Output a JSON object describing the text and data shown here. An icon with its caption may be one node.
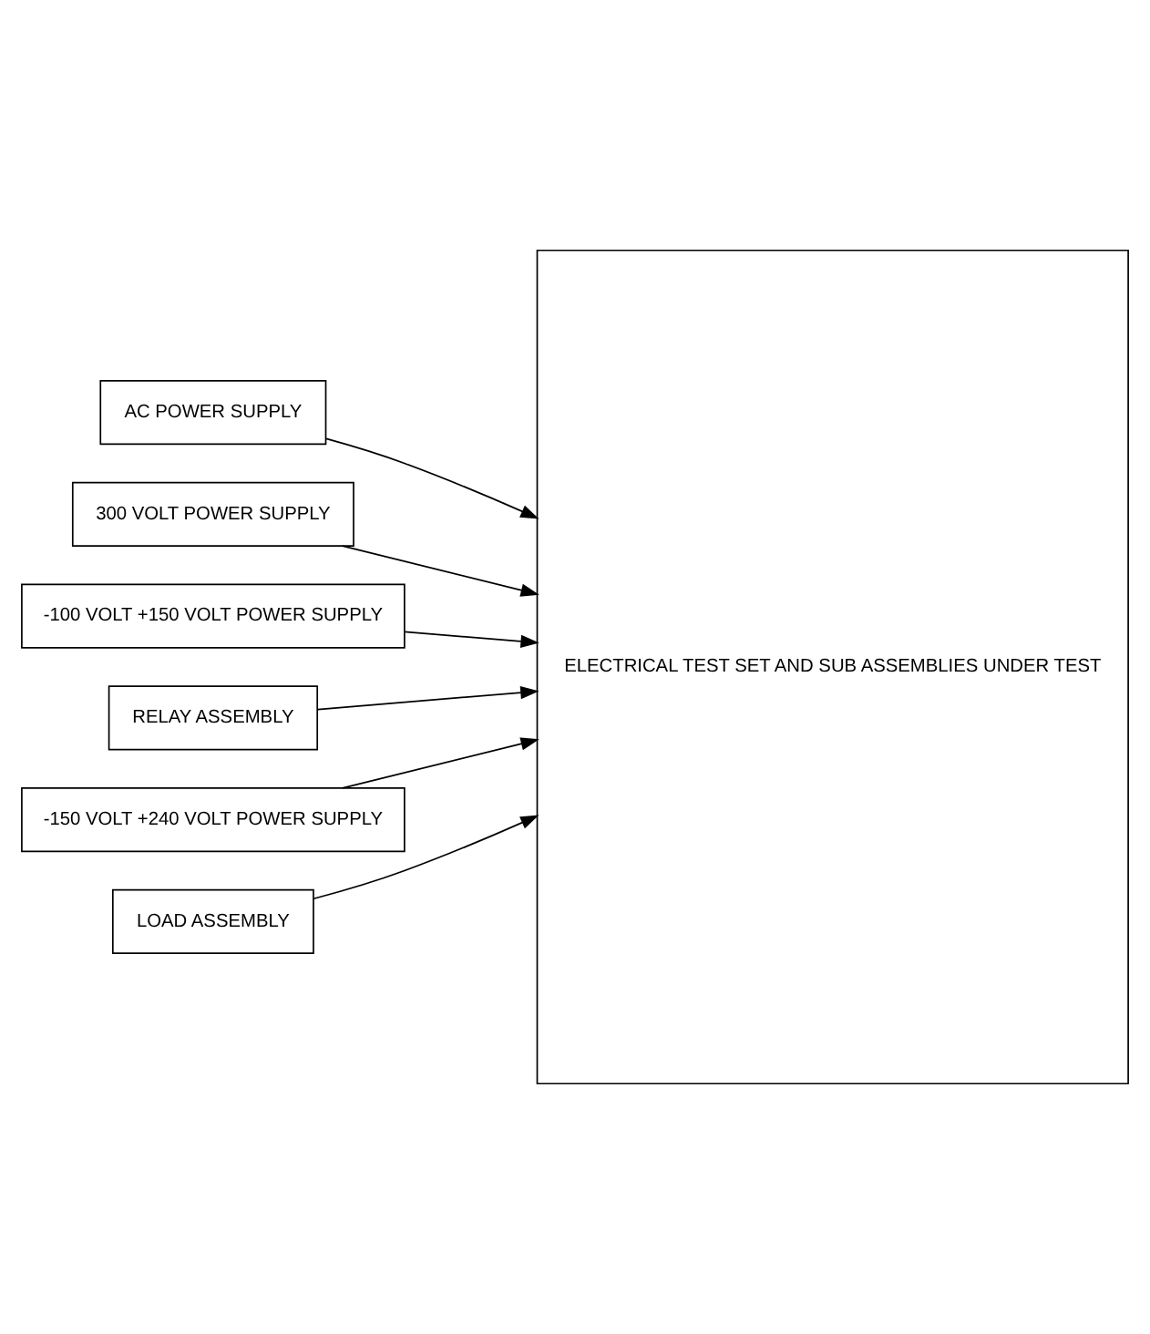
{
  "diagram": {
    "nodes": [
      {
        "text": [
          "AC POWER SUPPLY"
        ]
      },
      {
        "text": [
          "300 VOLT POWER SUPPLY"
        ]
      },
      {
        "text": [
          "-100 VOLT +150 VOLT POWER SUPPLY"
        ]
      },
      {
        "text": [
          "RELAY ASSEMBLY"
        ]
      },
      {
        "text": [
          "-150 VOLT +240 VOLT POWER SUPPLY"
        ]
      },
      {
        "text": [
          "LOAD ASSEMBLY"
        ]
      },
      {
        "text": [
          "ELECTRICAL TEST SET AND SUB ASSEMBLIES UNDER TEST"
        ]
      }
    ],
    "edges": [
      {
        "from": 0,
        "to": 6,
        "arrow": "to"
      },
      {
        "from": 1,
        "to": 6,
        "arrow": "to"
      },
      {
        "from": 2,
        "to": 6,
        "arrow": "to"
      },
      {
        "from": 3,
        "to": 6,
        "arrow": "to"
      },
      {
        "from": 4,
        "to": 6,
        "arrow": "to"
      },
      {
        "from": 5,
        "to": 6,
        "arrow": "to"
      }
    ]
  }
}
